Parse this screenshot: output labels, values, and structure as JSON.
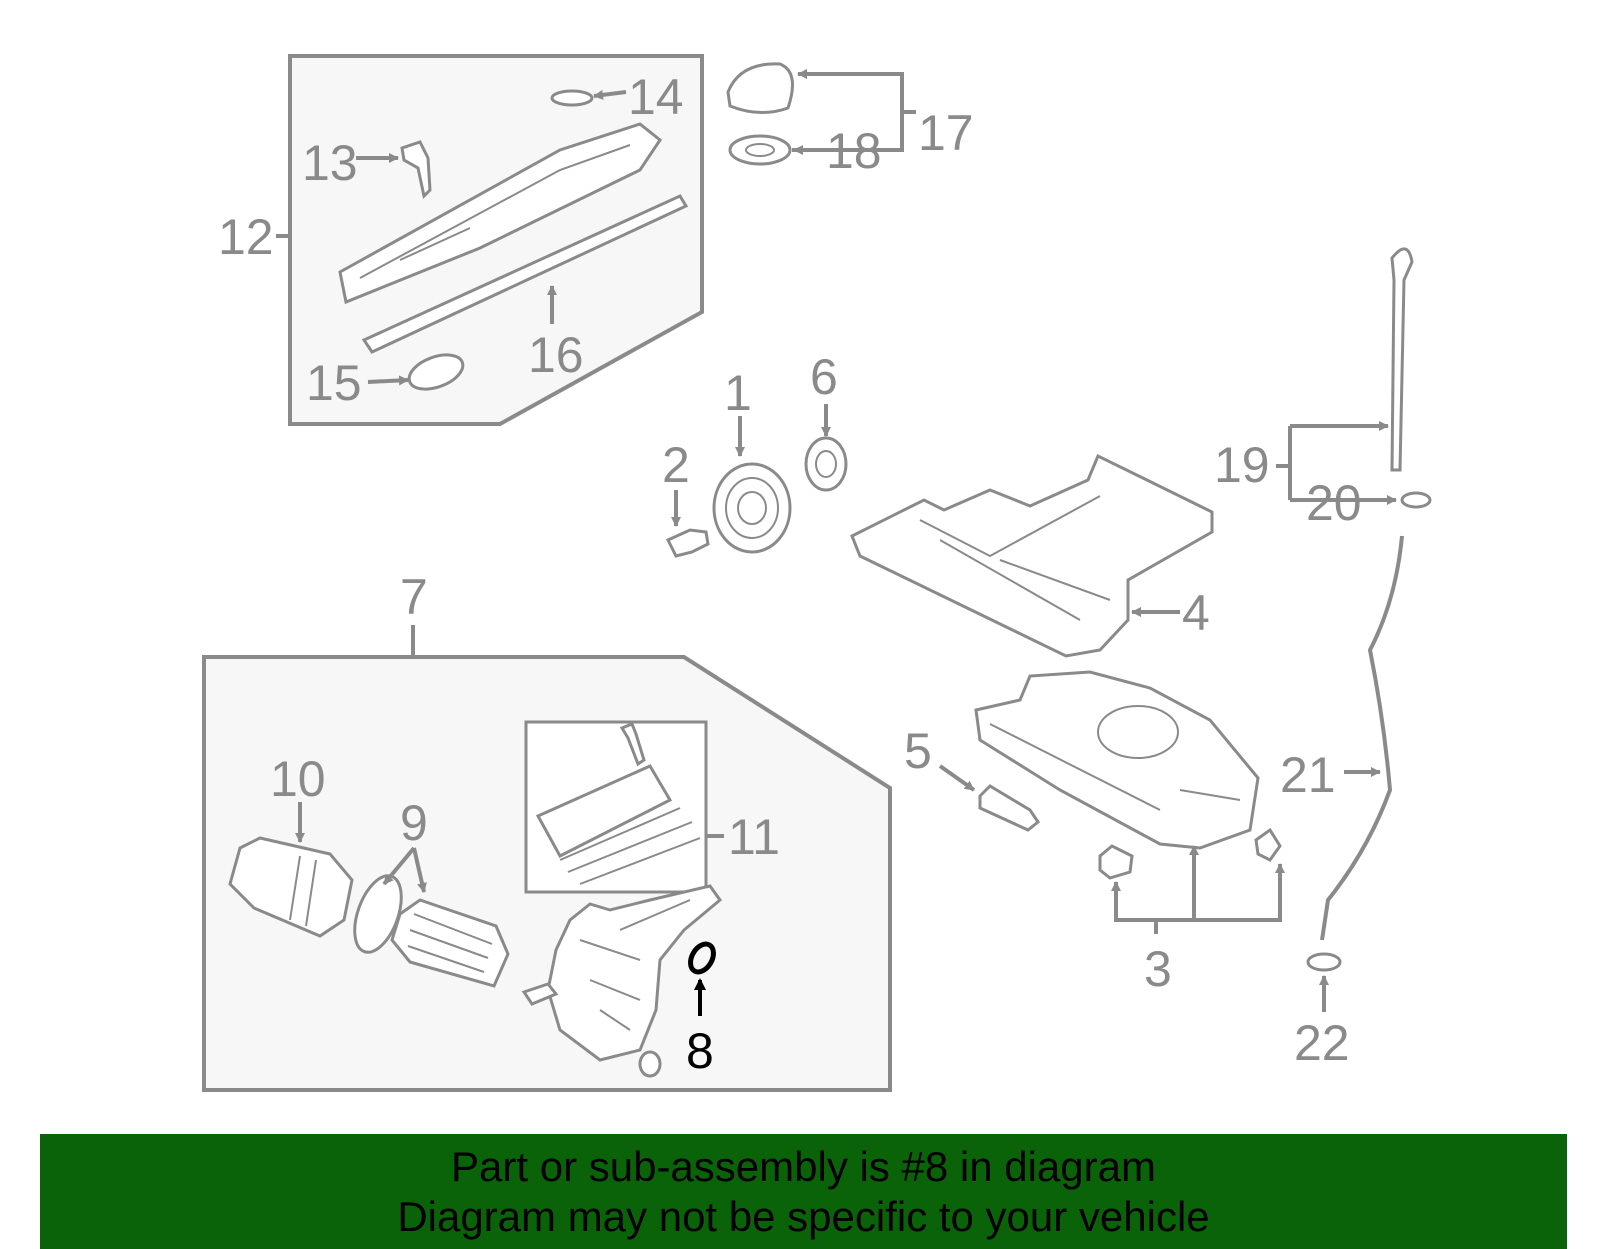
{
  "diagram": {
    "callouts": {
      "c1": "1",
      "c2": "2",
      "c3": "3",
      "c4": "4",
      "c5": "5",
      "c6": "6",
      "c7": "7",
      "c8": "8",
      "c9": "9",
      "c10": "10",
      "c11": "11",
      "c12": "12",
      "c13": "13",
      "c14": "14",
      "c15": "15",
      "c16": "16",
      "c17": "17",
      "c18": "18",
      "c19": "19",
      "c20": "20",
      "c21": "21",
      "c22": "22"
    },
    "highlighted_part": "8",
    "colors": {
      "line": "#8a8a8a",
      "highlight": "#000000",
      "banner": "#0b6309"
    }
  },
  "banner": {
    "line1": "Part or sub-assembly is #8 in diagram",
    "line2": "Diagram may not be specific to your vehicle"
  }
}
